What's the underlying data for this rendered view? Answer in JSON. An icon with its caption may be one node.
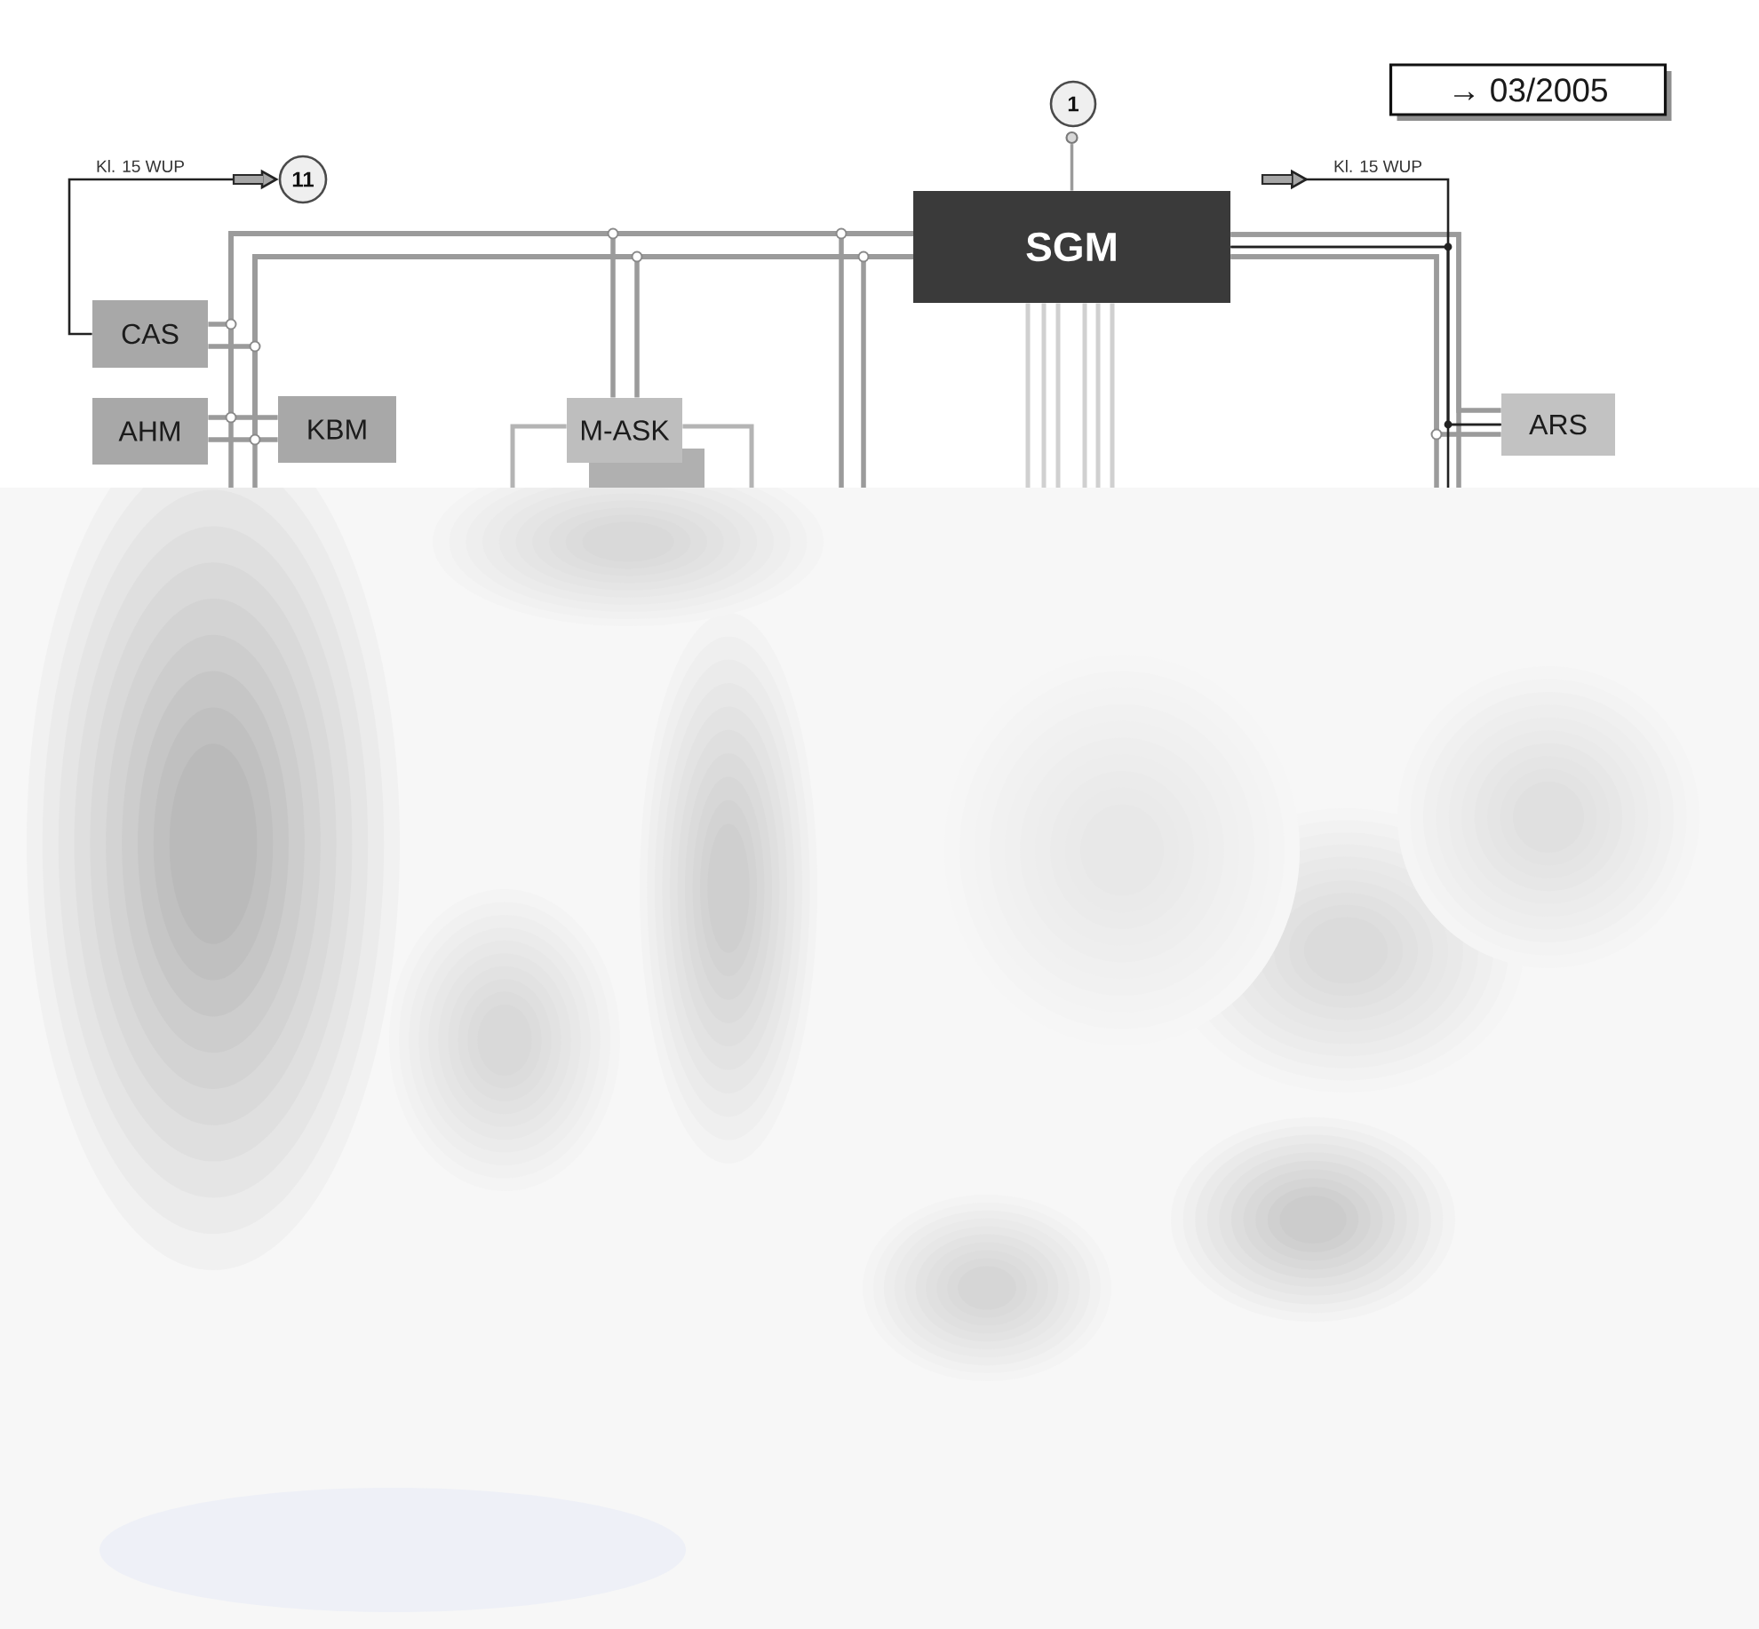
{
  "diagram": {
    "nodes": [
      {
        "text": [
          "→ 03/2005"
        ]
      },
      {
        "text": [
          "1"
        ]
      },
      {
        "text": [
          "11"
        ]
      },
      {
        "text": [
          "SGM"
        ]
      },
      {
        "text": [
          "CAS"
        ]
      },
      {
        "text": [
          "AHM"
        ]
      },
      {
        "text": [
          "KBM"
        ]
      },
      {
        "text": [
          "M-ASK"
        ]
      },
      {
        "text": [],
        "shape": "box"
      },
      {
        "text": [
          "ARS"
        ]
      },
      {
        "text": [],
        "shape": "circle"
      }
    ],
    "edges": [
      {
        "from": 3,
        "to": 10,
        "arrow": "none"
      },
      {
        "from": 4,
        "to": 2,
        "arrow": "to",
        "label": "Kl. 15 WUP",
        "color": "#222222"
      },
      {
        "from": 9,
        "to": null,
        "arrow": "to",
        "label": "Kl. 15 WUP",
        "color": "#222222"
      },
      {
        "from": 3,
        "to": 9,
        "arrow": "none",
        "color": "#222222"
      },
      {
        "from": 3,
        "to": 4,
        "arrow": "none"
      },
      {
        "from": 3,
        "to": 5,
        "arrow": "none"
      },
      {
        "from": 3,
        "to": 6,
        "arrow": "none"
      },
      {
        "from": 3,
        "to": 7,
        "arrow": "none"
      },
      {
        "from": 3,
        "to": null,
        "arrow": "none"
      },
      {
        "from": 3,
        "to": null,
        "arrow": "none"
      },
      {
        "from": 3,
        "to": 9,
        "arrow": "none"
      },
      {
        "from": 3,
        "to": null,
        "arrow": "none"
      },
      {
        "from": 3,
        "to": null,
        "arrow": "none",
        "color": "#d0d0d0"
      },
      {
        "from": 3,
        "to": null,
        "arrow": "none",
        "color": "#d0d0d0"
      },
      {
        "from": 3,
        "to": null,
        "arrow": "none",
        "color": "#d0d0d0"
      },
      {
        "from": 3,
        "to": null,
        "arrow": "none",
        "color": "#d0d0d0"
      },
      {
        "from": 3,
        "to": null,
        "arrow": "none",
        "color": "#d0d0d0"
      },
      {
        "from": 3,
        "to": null,
        "arrow": "none",
        "color": "#d0d0d0"
      },
      {
        "from": 7,
        "to": null,
        "arrow": "none",
        "color": "#b4b4b4"
      },
      {
        "from": 7,
        "to": null,
        "arrow": "none",
        "color": "#b4b4b4"
      },
      {
        "from": 3,
        "to": null,
        "arrow": "none",
        "color": "#222222"
      }
    ]
  }
}
